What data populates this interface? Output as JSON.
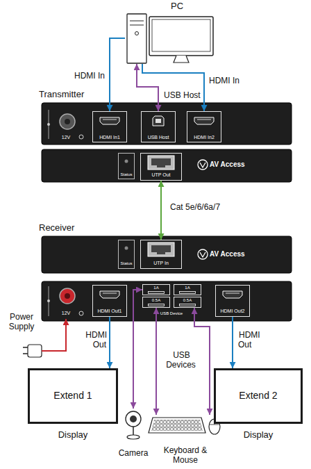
{
  "diagram": {
    "nodes": [
      {
        "text": [
          "PC"
        ]
      },
      {
        "text": [
          "Transmitter"
        ]
      },
      {
        "text": [
          "12V"
        ],
        "in": 1
      },
      {
        "text": [
          "HDMI In1"
        ],
        "in": 1
      },
      {
        "text": [
          "USB Host"
        ],
        "in": 1
      },
      {
        "text": [
          "HDMI In2"
        ],
        "in": 1
      },
      {
        "text": [
          "AV Access"
        ]
      },
      {
        "text": [
          "Status"
        ],
        "in": 6
      },
      {
        "text": [
          "UTP Out"
        ],
        "in": 6
      },
      {
        "text": [
          "Receiver",
          "AV Access"
        ]
      },
      {
        "text": [
          "Status"
        ],
        "in": 9
      },
      {
        "text": [
          "UTP In"
        ],
        "in": 9
      },
      {
        "text": [
          "USB Device"
        ]
      },
      {
        "text": [
          "12V"
        ],
        "in": 12
      },
      {
        "text": [
          "HDMI Out1"
        ],
        "in": 12
      },
      {
        "text": [
          "1A"
        ],
        "in": 12
      },
      {
        "text": [
          "1A"
        ],
        "in": 12
      },
      {
        "text": [
          "0.5A"
        ],
        "in": 12
      },
      {
        "text": [
          "0.5A"
        ],
        "in": 12
      },
      {
        "text": [
          "HDMI Out2"
        ],
        "in": 12
      },
      {
        "text": [
          "Extend 1",
          "Display"
        ]
      },
      {
        "text": [
          "Extend 2",
          "Display"
        ]
      },
      {
        "text": [
          "Camera"
        ]
      },
      {
        "text": [
          "Keyboard & Mouse"
        ]
      },
      {
        "text": [
          "Power Supply"
        ]
      }
    ],
    "edges": [
      {
        "from": 0,
        "to": 3,
        "arrow": "to",
        "label": "HDMI In"
      },
      {
        "from": 0,
        "to": 4,
        "arrow": "both",
        "label": "USB Host"
      },
      {
        "from": 0,
        "to": 5,
        "arrow": "to",
        "label": "HDMI In"
      },
      {
        "from": 8,
        "to": 11,
        "arrow": "both",
        "label": "Cat 5e/6/6a/7"
      },
      {
        "from": 24,
        "to": 13,
        "arrow": "to"
      },
      {
        "from": 14,
        "to": 20,
        "arrow": "to",
        "label": "HDMI Out"
      },
      {
        "from": 19,
        "to": 21,
        "arrow": "to",
        "label": "HDMI Out"
      },
      {
        "from": 15,
        "to": 22,
        "arrow": "both"
      },
      {
        "from": 17,
        "to": 23,
        "arrow": "both",
        "label": "USB Devices"
      },
      {
        "from": 18,
        "to": 23,
        "arrow": "both"
      }
    ]
  }
}
